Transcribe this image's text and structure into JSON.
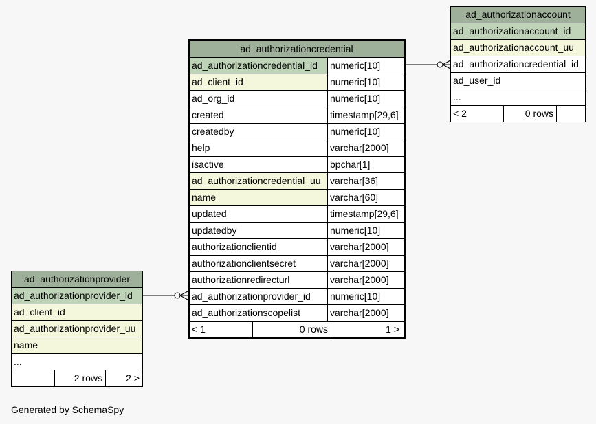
{
  "main_table": {
    "name": "ad_authorizationcredential",
    "columns": [
      {
        "name": "ad_authorizationcredential_id",
        "type": "numeric[10]",
        "style": "pk"
      },
      {
        "name": "ad_client_id",
        "type": "numeric[10]",
        "style": "idx"
      },
      {
        "name": "ad_org_id",
        "type": "numeric[10]",
        "style": ""
      },
      {
        "name": "created",
        "type": "timestamp[29,6]",
        "style": ""
      },
      {
        "name": "createdby",
        "type": "numeric[10]",
        "style": ""
      },
      {
        "name": "help",
        "type": "varchar[2000]",
        "style": ""
      },
      {
        "name": "isactive",
        "type": "bpchar[1]",
        "style": ""
      },
      {
        "name": "ad_authorizationcredential_uu",
        "type": "varchar[36]",
        "style": "idx"
      },
      {
        "name": "name",
        "type": "varchar[60]",
        "style": "idx"
      },
      {
        "name": "updated",
        "type": "timestamp[29,6]",
        "style": ""
      },
      {
        "name": "updatedby",
        "type": "numeric[10]",
        "style": ""
      },
      {
        "name": "authorizationclientid",
        "type": "varchar[2000]",
        "style": ""
      },
      {
        "name": "authorizationclientsecret",
        "type": "varchar[2000]",
        "style": ""
      },
      {
        "name": "authorizationredirecturl",
        "type": "varchar[2000]",
        "style": ""
      },
      {
        "name": "ad_authorizationprovider_id",
        "type": "numeric[10]",
        "style": ""
      },
      {
        "name": "ad_authorizationscopelist",
        "type": "varchar[2000]",
        "style": ""
      }
    ],
    "footer": {
      "parents": "< 1",
      "rows": "0 rows",
      "children": "1 >"
    }
  },
  "account_table": {
    "name": "ad_authorizationaccount",
    "columns": [
      {
        "name": "ad_authorizationaccount_id",
        "style": "pk"
      },
      {
        "name": "ad_authorizationaccount_uu",
        "style": "idx"
      },
      {
        "name": "ad_authorizationcredential_id",
        "style": ""
      },
      {
        "name": "ad_user_id",
        "style": ""
      },
      {
        "name": "...",
        "style": ""
      }
    ],
    "footer": {
      "parents": "< 2",
      "rows": "0 rows",
      "children": ""
    }
  },
  "provider_table": {
    "name": "ad_authorizationprovider",
    "columns": [
      {
        "name": "ad_authorizationprovider_id",
        "style": "pk"
      },
      {
        "name": "ad_client_id",
        "style": "idx"
      },
      {
        "name": "ad_authorizationprovider_uu",
        "style": "idx"
      },
      {
        "name": "name",
        "style": "idx"
      },
      {
        "name": "...",
        "style": ""
      }
    ],
    "footer": {
      "parents": "",
      "rows": "2 rows",
      "children": "2 >"
    }
  },
  "generated_by": "Generated by SchemaSpy"
}
